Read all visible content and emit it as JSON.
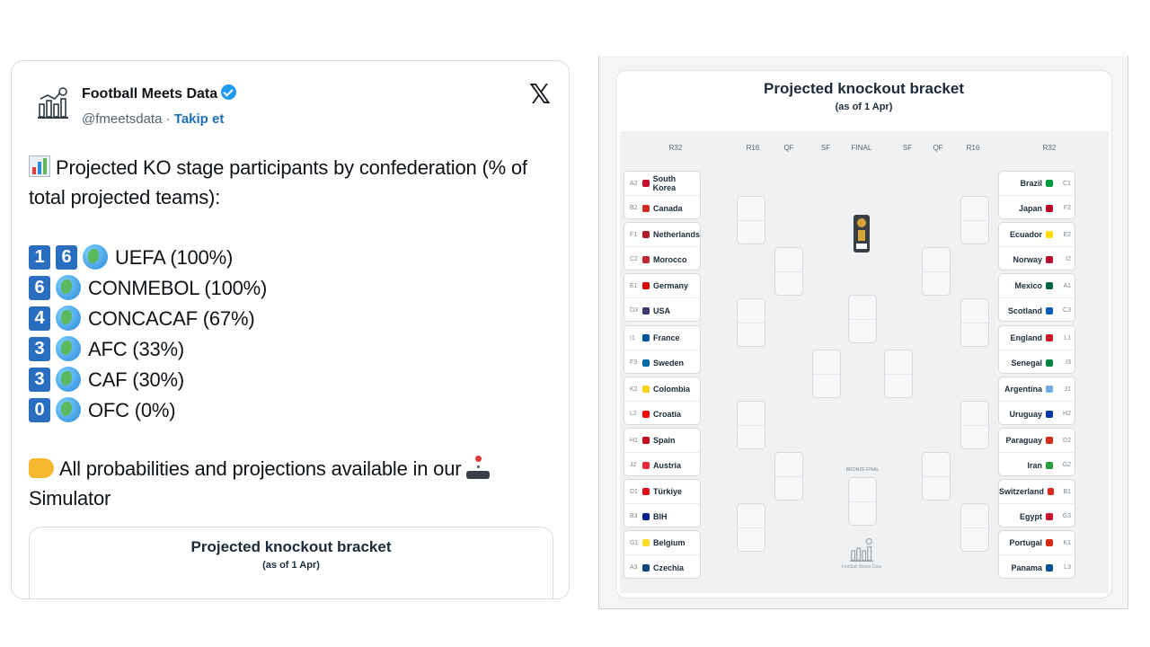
{
  "tweet": {
    "author_name": "Football Meets Data",
    "handle": "@fmeetsdata",
    "separator": "·",
    "follow_label": "Takip et",
    "x_logo": "𝕏",
    "intro_text": "Projected KO stage participants by confederation (% of total projected teams):",
    "confederations": [
      {
        "digits": [
          "1",
          "6"
        ],
        "label": "UEFA (100%)"
      },
      {
        "digits": [
          "6"
        ],
        "label": "CONMEBOL (100%)"
      },
      {
        "digits": [
          "4"
        ],
        "label": "CONCACAF (67%)"
      },
      {
        "digits": [
          "3"
        ],
        "label": "AFC (33%)"
      },
      {
        "digits": [
          "3"
        ],
        "label": "CAF (30%)"
      },
      {
        "digits": [
          "0"
        ],
        "label": "OFC (0%)"
      }
    ],
    "cta_text": "All probabilities and projections available in our",
    "cta_text_2": "Simulator",
    "embed_title": "Projected knockout bracket",
    "embed_subtitle": "(as of 1 Apr)",
    "icons": {
      "avatar": "analytics-logo-icon",
      "verified": "verified-badge-icon",
      "chart": "bar-chart-emoji-icon",
      "globe": "globe-emoji-icon",
      "point": "pointing-hand-emoji-icon",
      "joystick": "joystick-emoji-icon"
    },
    "colors": {
      "accent": "#1d9bf0",
      "number_box": "#2a6fbf",
      "link": "#1d6fb8"
    }
  },
  "bracket": {
    "title": "Projected knockout bracket",
    "subtitle": "(as of 1 Apr)",
    "rounds_left": [
      "R32",
      "R16",
      "QF",
      "SF"
    ],
    "round_final": "FINAL",
    "rounds_right": [
      "SF",
      "QF",
      "R16",
      "R32"
    ],
    "bronze_label": "BRONZE FINAL",
    "logo_text": "Football Meets Data",
    "left_matches": [
      [
        {
          "code": "A2",
          "team": "South Korea",
          "flag": "#c8102e"
        },
        {
          "code": "B2",
          "team": "Canada",
          "flag": "#d52b1e"
        }
      ],
      [
        {
          "code": "F1",
          "team": "Netherlands",
          "flag": "#ae1c28"
        },
        {
          "code": "C2",
          "team": "Morocco",
          "flag": "#c1272d"
        }
      ],
      [
        {
          "code": "E1",
          "team": "Germany",
          "flag": "#dd0000"
        },
        {
          "code": "D3",
          "team": "USA",
          "flag": "#3c3b6e"
        }
      ],
      [
        {
          "code": "I1",
          "team": "France",
          "flag": "#0055a4"
        },
        {
          "code": "F3",
          "team": "Sweden",
          "flag": "#006aa7"
        }
      ],
      [
        {
          "code": "K2",
          "team": "Colombia",
          "flag": "#fcd116"
        },
        {
          "code": "L2",
          "team": "Croatia",
          "flag": "#ff0000"
        }
      ],
      [
        {
          "code": "H1",
          "team": "Spain",
          "flag": "#c60b1e"
        },
        {
          "code": "J2",
          "team": "Austria",
          "flag": "#ed2939"
        }
      ],
      [
        {
          "code": "D1",
          "team": "Türkiye",
          "flag": "#e30a17"
        },
        {
          "code": "B3",
          "team": "BIH",
          "flag": "#002395"
        }
      ],
      [
        {
          "code": "G1",
          "team": "Belgium",
          "flag": "#fdda24"
        },
        {
          "code": "A3",
          "team": "Czechia",
          "flag": "#11457e"
        }
      ]
    ],
    "right_matches": [
      [
        {
          "code": "C1",
          "team": "Brazil",
          "flag": "#009c3b"
        },
        {
          "code": "F2",
          "team": "Japan",
          "flag": "#bc002d"
        }
      ],
      [
        {
          "code": "E2",
          "team": "Ecuador",
          "flag": "#ffdd00"
        },
        {
          "code": "I2",
          "team": "Norway",
          "flag": "#ba0c2f"
        }
      ],
      [
        {
          "code": "A1",
          "team": "Mexico",
          "flag": "#006847"
        },
        {
          "code": "C3",
          "team": "Scotland",
          "flag": "#005eb8"
        }
      ],
      [
        {
          "code": "L1",
          "team": "England",
          "flag": "#cf142b"
        },
        {
          "code": "I3",
          "team": "Senegal",
          "flag": "#00853f"
        }
      ],
      [
        {
          "code": "J1",
          "team": "Argentina",
          "flag": "#74acdf"
        },
        {
          "code": "H2",
          "team": "Uruguay",
          "flag": "#0038a8"
        }
      ],
      [
        {
          "code": "D2",
          "team": "Paraguay",
          "flag": "#d52b1e"
        },
        {
          "code": "G2",
          "team": "Iran",
          "flag": "#239f40"
        }
      ],
      [
        {
          "code": "B1",
          "team": "Switzerland",
          "flag": "#da291c"
        },
        {
          "code": "G3",
          "team": "Egypt",
          "flag": "#ce1126"
        }
      ],
      [
        {
          "code": "K1",
          "team": "Portugal",
          "flag": "#da291c"
        },
        {
          "code": "L3",
          "team": "Panama",
          "flag": "#005293"
        }
      ]
    ]
  }
}
